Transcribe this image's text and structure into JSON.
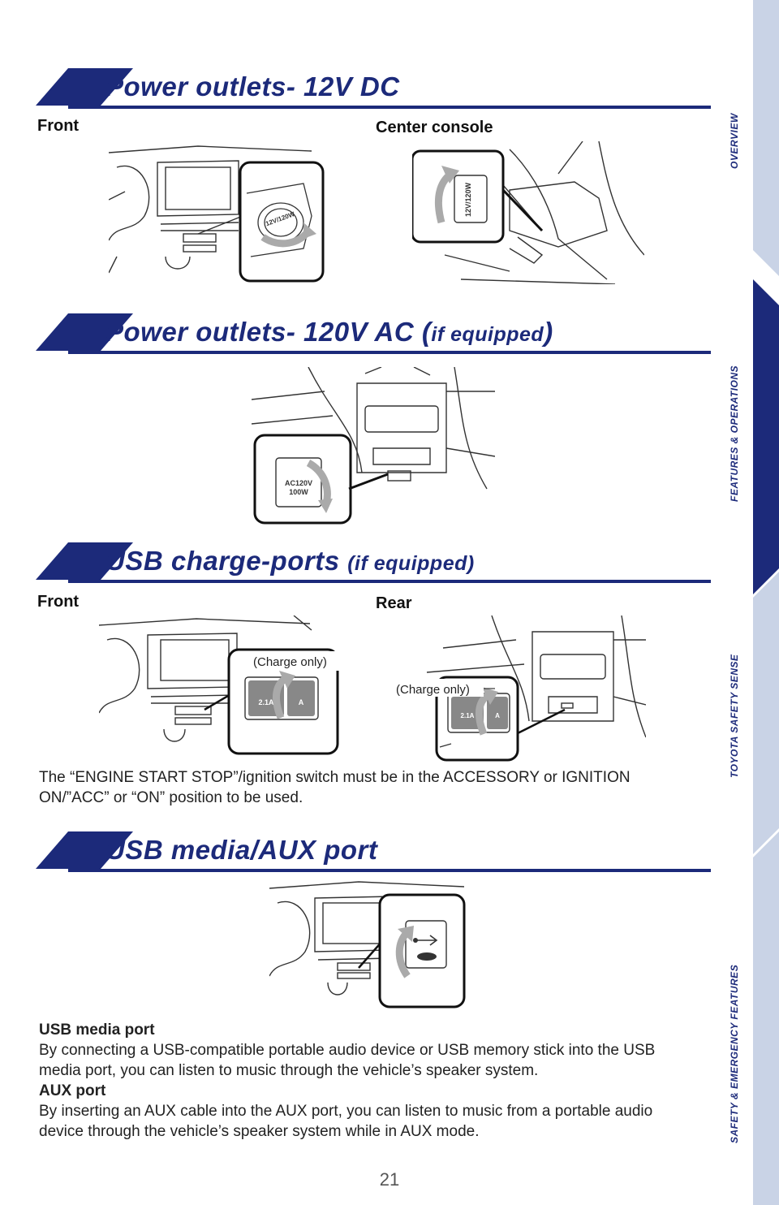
{
  "sections": {
    "dc": {
      "title": "Power outlets- 12V DC",
      "label_front": "Front",
      "label_center": "Center console",
      "outlet_text": "12V/120W"
    },
    "ac": {
      "title": "Power outlets- 120V AC (",
      "title_paren": "if equipped",
      "title_close": ")",
      "outlet_line1": "AC120V",
      "outlet_line2": "100W"
    },
    "usb_charge": {
      "title": "USB charge-ports ",
      "title_paren": "(if equipped)",
      "label_front": "Front",
      "label_rear": "Rear",
      "charge_only": "(Charge only)",
      "port_rating": "2.1A",
      "port_rating_2": "A",
      "note": "The “ENGINE START STOP”/ignition switch must be in the ACCESSORY or IGNITION ON/”ACC” or “ON” position to be used."
    },
    "usb_media": {
      "title": "USB media/AUX port",
      "media_heading": "USB media port",
      "media_text": "By connecting a USB-compatible portable audio device or USB memory stick into the USB media port, you can listen to music through the vehicle’s speaker system.",
      "aux_heading": "AUX port",
      "aux_text": "By inserting an AUX cable into the AUX port, you can listen to music from a portable audio device through the vehicle’s speaker system while in AUX mode."
    }
  },
  "side_tabs": [
    "OVERVIEW",
    "FEATURES & OPERATIONS",
    "TOYOTA SAFETY SENSE",
    "SAFETY & EMERGENCY FEATURES"
  ],
  "page_number": "21",
  "colors": {
    "brand_navy": "#1c2a7a",
    "tab_light": "#c9d3e6",
    "tab_active": "#1c2a7a"
  }
}
